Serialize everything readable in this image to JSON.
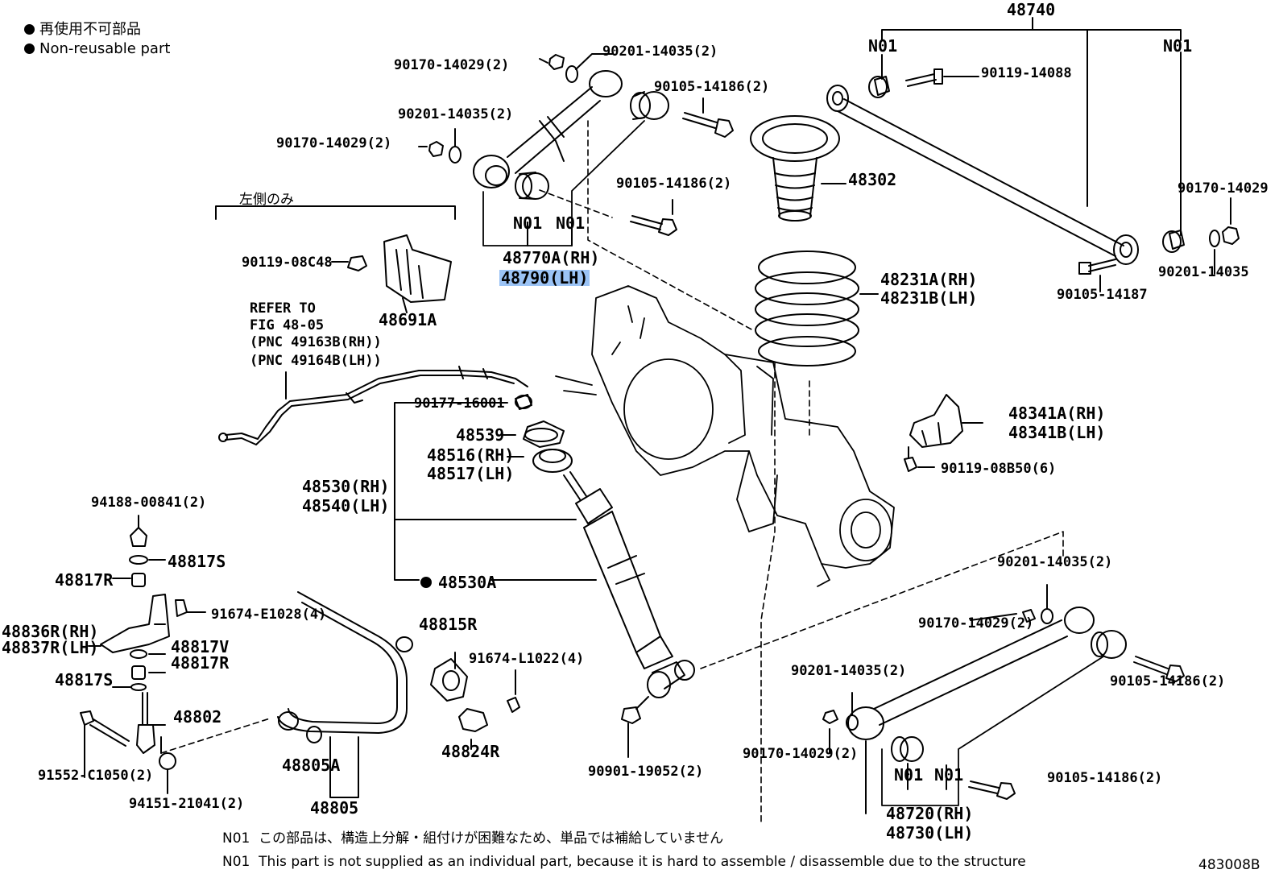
{
  "legend": {
    "jp": "再使用不可部品",
    "en": "Non-reusable part"
  },
  "left_only": "左側のみ",
  "refer": [
    "REFER TO",
    "FIG 48-05",
    "(PNC 49163B(RH))",
    "(PNC 49164B(LH))"
  ],
  "parts": {
    "p48740": "48740",
    "n01_a": "N01",
    "n01_b": "N01",
    "p90119_14088": "90119-14088",
    "p90170_14029_tr": "90170-14029",
    "p90201_14035_tr": "90201-14035",
    "p90105_14187": "90105-14187",
    "p90170_14029_2a": "90170-14029(2)",
    "p90201_14035_2a": "90201-14035(2)",
    "p90105_14186_2a": "90105-14186(2)",
    "p90201_14035_2b": "90201-14035(2)",
    "p90170_14029_2b": "90170-14029(2)",
    "p90105_14186_2b": "90105-14186(2)",
    "p48302": "48302",
    "n01_c": "N01",
    "n01_d": "N01",
    "p48770a": "48770A(RH)",
    "p48790": "48790(LH)",
    "p90119_08c48": "90119-08C48",
    "p48691a": "48691A",
    "p48231a": "48231A(RH)",
    "p48231b": "48231B(LH)",
    "p90177_16001": "90177-16001",
    "p48539": "48539",
    "p48516": "48516(RH)",
    "p48517": "48517(LH)",
    "p48341a": "48341A(RH)",
    "p48341b": "48341B(LH)",
    "p90119_08b50": "90119-08B50(6)",
    "p48530": "48530(RH)",
    "p48540": "48540(LH)",
    "p48530a": "48530A",
    "p94188": "94188-00841(2)",
    "p48817s_a": "48817S",
    "p48817r_a": "48817R",
    "p91674_e1028": "91674-E1028(4)",
    "p48836r": "48836R(RH)",
    "p48837r": "48837R(LH)",
    "p48817v": "48817V",
    "p48817r_b": "48817R",
    "p48817s_b": "48817S",
    "p48802": "48802",
    "p91552": "91552-C1050(2)",
    "p94151": "94151-21041(2)",
    "p48805a": "48805A",
    "p48805": "48805",
    "p48815r": "48815R",
    "p91674_l1022": "91674-L1022(4)",
    "p48824r": "48824R",
    "p90901": "90901-19052(2)",
    "p90201_14035_2c": "90201-14035(2)",
    "p90170_14029_2c": "90170-14029(2)",
    "p90105_14186_2c": "90105-14186(2)",
    "p90201_14035_2d": "90201-14035(2)",
    "p90170_14029_2d": "90170-14029(2)",
    "p90105_14186_2d": "90105-14186(2)",
    "n01_e": "N01",
    "n01_f": "N01",
    "p48720": "48720(RH)",
    "p48730": "48730(LH)"
  },
  "footnote": {
    "jp_code": "N01",
    "jp": "この部品は、構造上分解・組付けが困難なため、単品では補給していません",
    "en_code": "N01",
    "en": "This part is not supplied as an individual part, because it is hard to assemble / disassemble due to the structure"
  },
  "fig_id": "483008B",
  "colors": {
    "highlight": "#9bc3f5",
    "line": "#000000"
  }
}
